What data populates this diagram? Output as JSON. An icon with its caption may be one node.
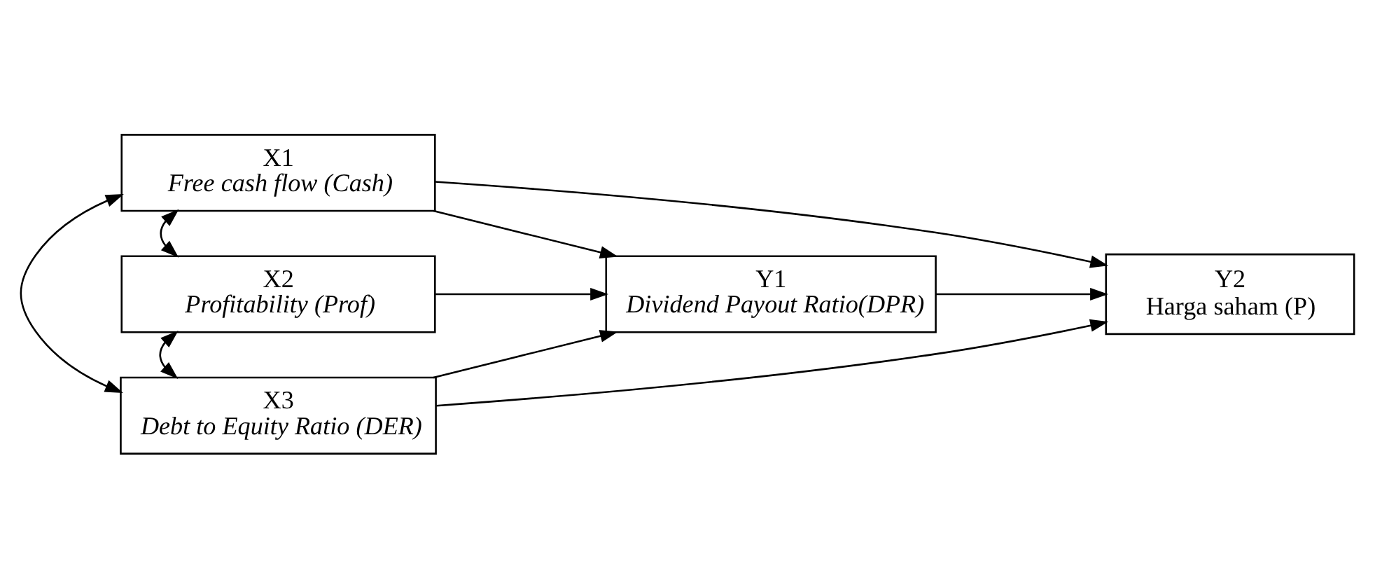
{
  "diagram": {
    "nodes": [
      {
        "text": [
          "X1",
          "Free cash flow (Cash)"
        ]
      },
      {
        "text": [
          "X2",
          "Profitability (Prof)"
        ]
      },
      {
        "text": [
          "X3",
          "Debt to Equity Ratio (DER)"
        ]
      },
      {
        "text": [
          "Y1",
          "Dividend Payout Ratio(DPR)"
        ]
      },
      {
        "text": [
          "Y2",
          "Harga saham (P)"
        ]
      }
    ],
    "edges": [
      {
        "from": 0,
        "to": 1,
        "arrow": "both"
      },
      {
        "from": 1,
        "to": 2,
        "arrow": "both"
      },
      {
        "from": 0,
        "to": 2,
        "arrow": "both"
      },
      {
        "from": 0,
        "to": 3,
        "arrow": "to"
      },
      {
        "from": 1,
        "to": 3,
        "arrow": "to"
      },
      {
        "from": 2,
        "to": 3,
        "arrow": "to"
      },
      {
        "from": 0,
        "to": 4,
        "arrow": "to"
      },
      {
        "from": 3,
        "to": 4,
        "arrow": "to"
      },
      {
        "from": 2,
        "to": 4,
        "arrow": "to"
      }
    ]
  }
}
